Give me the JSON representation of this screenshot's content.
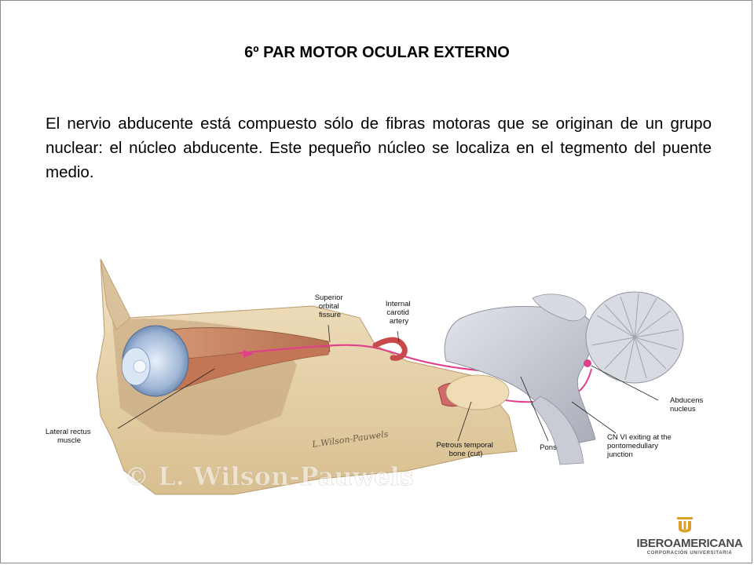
{
  "slide": {
    "title": "6º PAR MOTOR OCULAR EXTERNO",
    "paragraph": "El nervio abducente está compuesto sólo de fibras motoras que se originan de un grupo nuclear: el núcleo abducente. Este pequeño núcleo se localiza en el tegmento del puente medio."
  },
  "figure": {
    "labels": {
      "superior_orbital_fissure": [
        "Superior",
        "orbital",
        "fissure"
      ],
      "internal_carotid_artery": [
        "Internal",
        "carotid",
        "artery"
      ],
      "lateral_rectus_muscle": [
        "Lateral rectus",
        "muscle"
      ],
      "petrous_temporal_bone": [
        "Petrous temporal",
        "bone (cut)"
      ],
      "pons": "Pons",
      "cn_vi_exiting": [
        "CN VI exiting at the",
        "pontomedullary",
        "junction"
      ],
      "abducens_nucleus": [
        "Abducens",
        "nucleus"
      ]
    },
    "watermark": "© L. Wilson-Pauwels",
    "signature": "L.Wilson-Pauwels"
  },
  "logo": {
    "name": "IBEROAMERICANA",
    "subtitle": "CORPORACIÓN UNIVERSITARIA"
  },
  "colors": {
    "nerve": "#e0408a",
    "bone": "#e8d2a8",
    "brainstem": "#c9ccd4",
    "muscle": "#c98a6a",
    "eye": "#9fb6d6"
  }
}
